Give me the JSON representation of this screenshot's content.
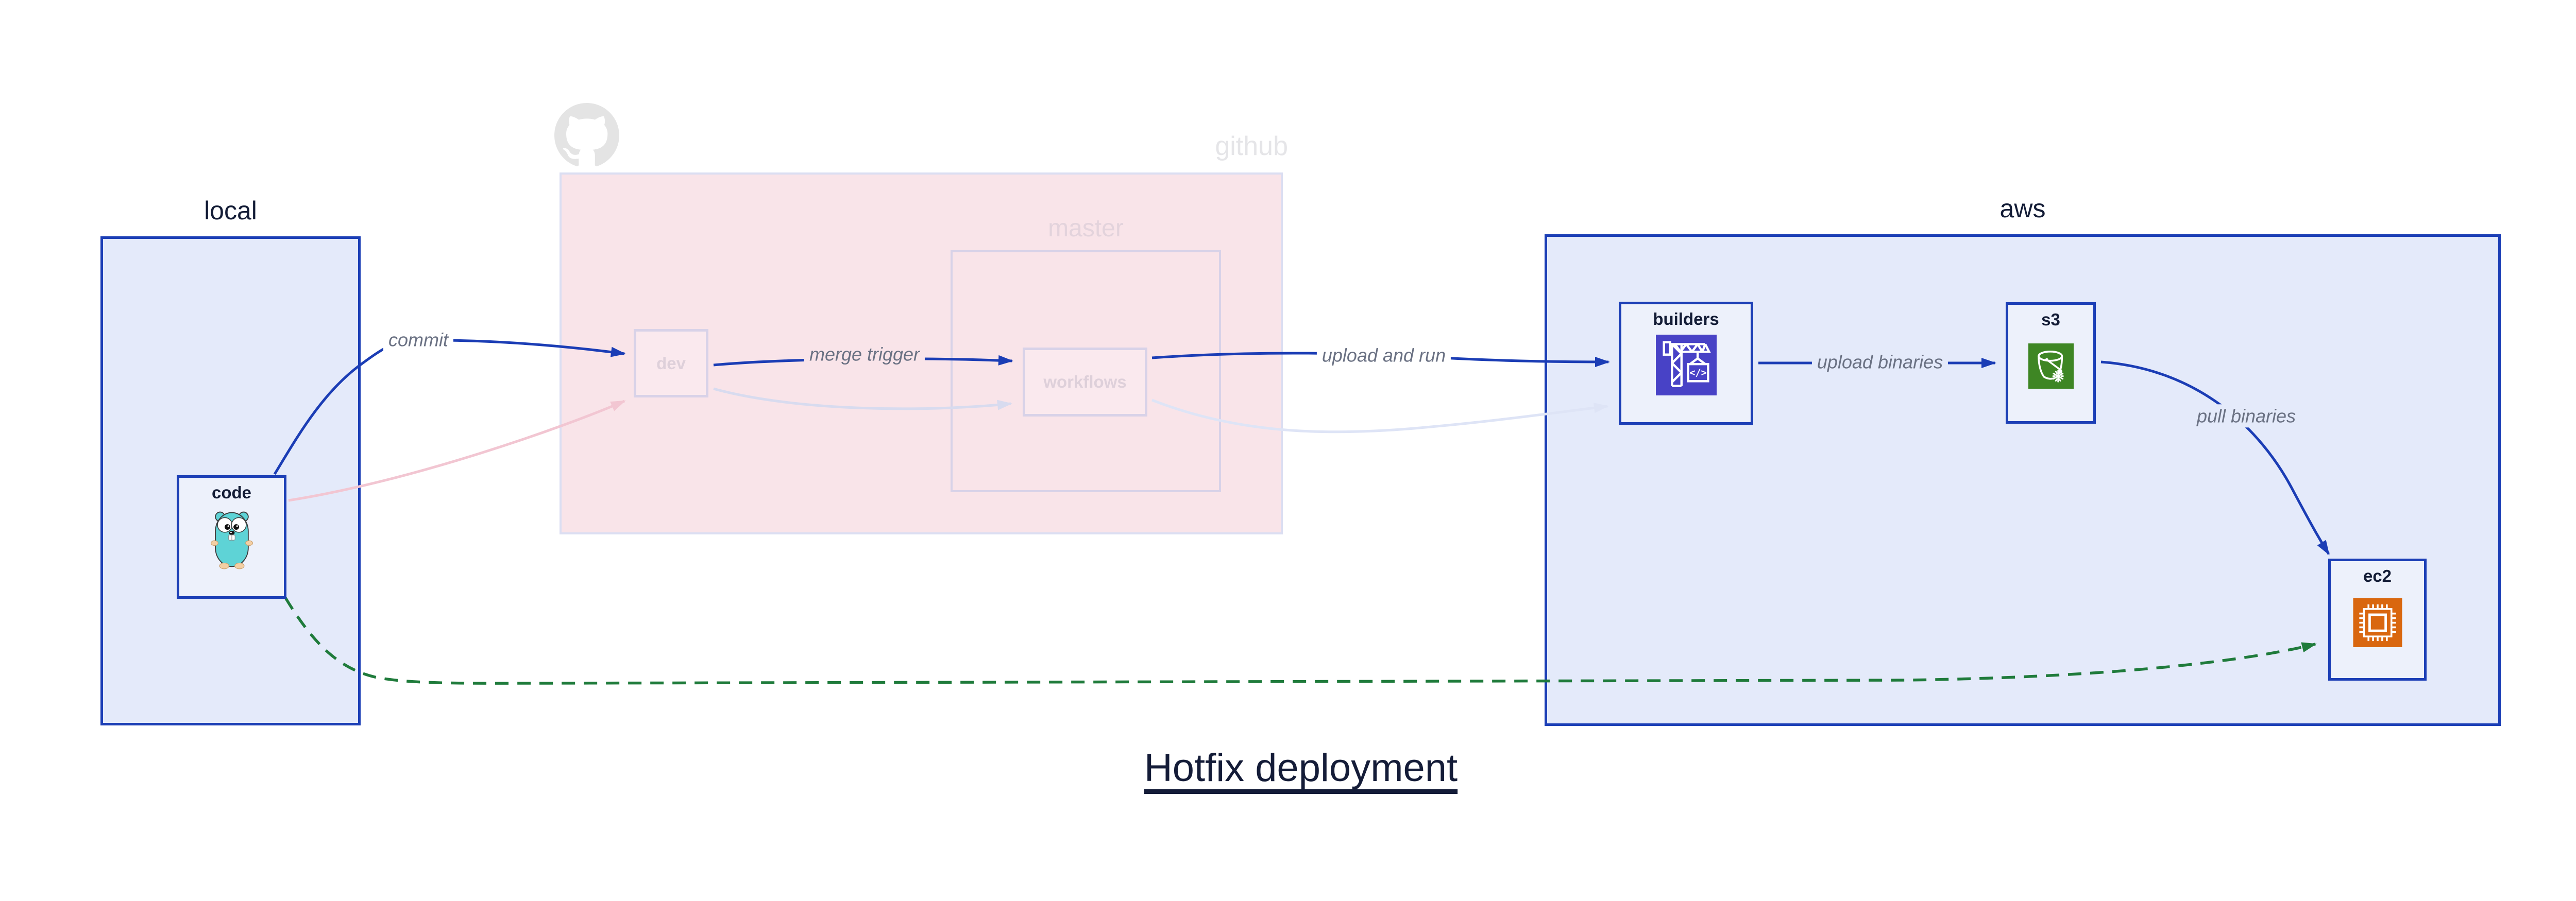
{
  "title": "Hotfix deployment",
  "groups": {
    "local": {
      "label": "local"
    },
    "github": {
      "label": "github"
    },
    "master": {
      "label": "master"
    },
    "aws": {
      "label": "aws"
    }
  },
  "nodes": {
    "code": {
      "label": "code",
      "icon": "go-gopher-icon"
    },
    "dev": {
      "label": "dev"
    },
    "workflows": {
      "label": "workflows"
    },
    "builders": {
      "label": "builders",
      "icon": "codebuild-crane-icon",
      "icon_bg": "#4842c6"
    },
    "s3": {
      "label": "s3",
      "icon": "s3-glacier-bucket-icon",
      "icon_bg": "#3e8624"
    },
    "ec2": {
      "label": "ec2",
      "icon": "ec2-cpu-chip-icon",
      "icon_bg": "#d9670f"
    }
  },
  "edges": [
    {
      "from": "code",
      "to": "dev",
      "label": "commit",
      "style": "solid",
      "color": "#1b3db5"
    },
    {
      "from": "dev",
      "to": "workflows",
      "label": "merge trigger",
      "style": "solid",
      "color": "#1b3db5"
    },
    {
      "from": "workflows",
      "to": "builders",
      "label": "upload and run",
      "style": "solid",
      "color": "#1b3db5"
    },
    {
      "from": "builders",
      "to": "s3",
      "label": "upload binaries",
      "style": "solid",
      "color": "#1b3db5"
    },
    {
      "from": "s3",
      "to": "ec2",
      "label": "pull binaries",
      "style": "solid",
      "color": "#1b3db5"
    },
    {
      "from": "code",
      "to": "ec2",
      "label": "",
      "style": "dashed",
      "color": "#1f7b3b"
    },
    {
      "from": "code",
      "to": "dev",
      "label": "",
      "style": "faded",
      "color": "#f2c6d2"
    },
    {
      "from": "dev",
      "to": "workflows",
      "label": "",
      "style": "faded",
      "color": "#d8dbef"
    },
    {
      "from": "workflows",
      "to": "builders",
      "label": "",
      "style": "faded",
      "color": "#dee4f6"
    }
  ],
  "colors": {
    "container_border_blue": "#1c3fb6",
    "container_fill_blue": "#e4eafa",
    "node_fill": "#edf1fb",
    "github_fill_pink": "#f9e4e9",
    "github_border": "#dbdef2",
    "faded_inner_border": "#d8d2e8",
    "faded_label": "#ded0da",
    "edge_blue": "#1b3db5",
    "edge_green_dashed": "#1f7b3b",
    "edge_faded_pink": "#f2c6d2",
    "edge_faded_lavender": "#d8dbef",
    "edge_label_gray": "#6a7183",
    "text_dark": "#131c36",
    "github_watermark_gray": "#e4e4e4",
    "codebuild_icon_bg": "#4842c6",
    "s3_icon_bg": "#3e8624",
    "ec2_icon_bg": "#d9670f"
  }
}
